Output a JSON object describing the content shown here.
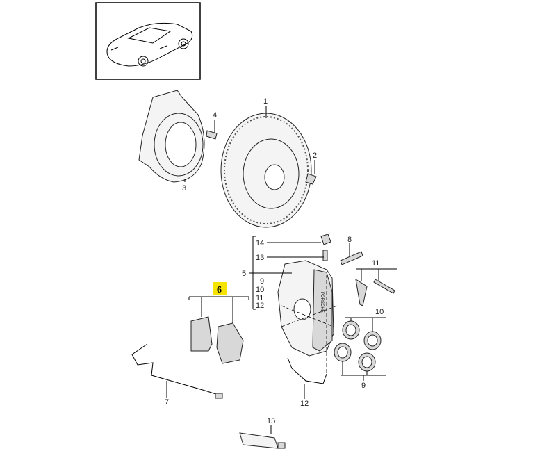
{
  "diagram": {
    "thumbnail": "vehicle-overview",
    "highlight_color": "#f5e400",
    "callouts": {
      "c1": "1",
      "c2": "2",
      "c3": "3",
      "c4": "4",
      "c5": "5",
      "c6": "6",
      "c7": "7",
      "c8": "8",
      "c9a": "9",
      "c10a": "10",
      "c11a": "11",
      "c12a": "12",
      "c11b": "11",
      "c10b": "10",
      "c9b": "9",
      "c12b": "12",
      "c13": "13",
      "c14": "14",
      "c15": "15"
    },
    "caliper_brand_text": "PORSCHE"
  }
}
